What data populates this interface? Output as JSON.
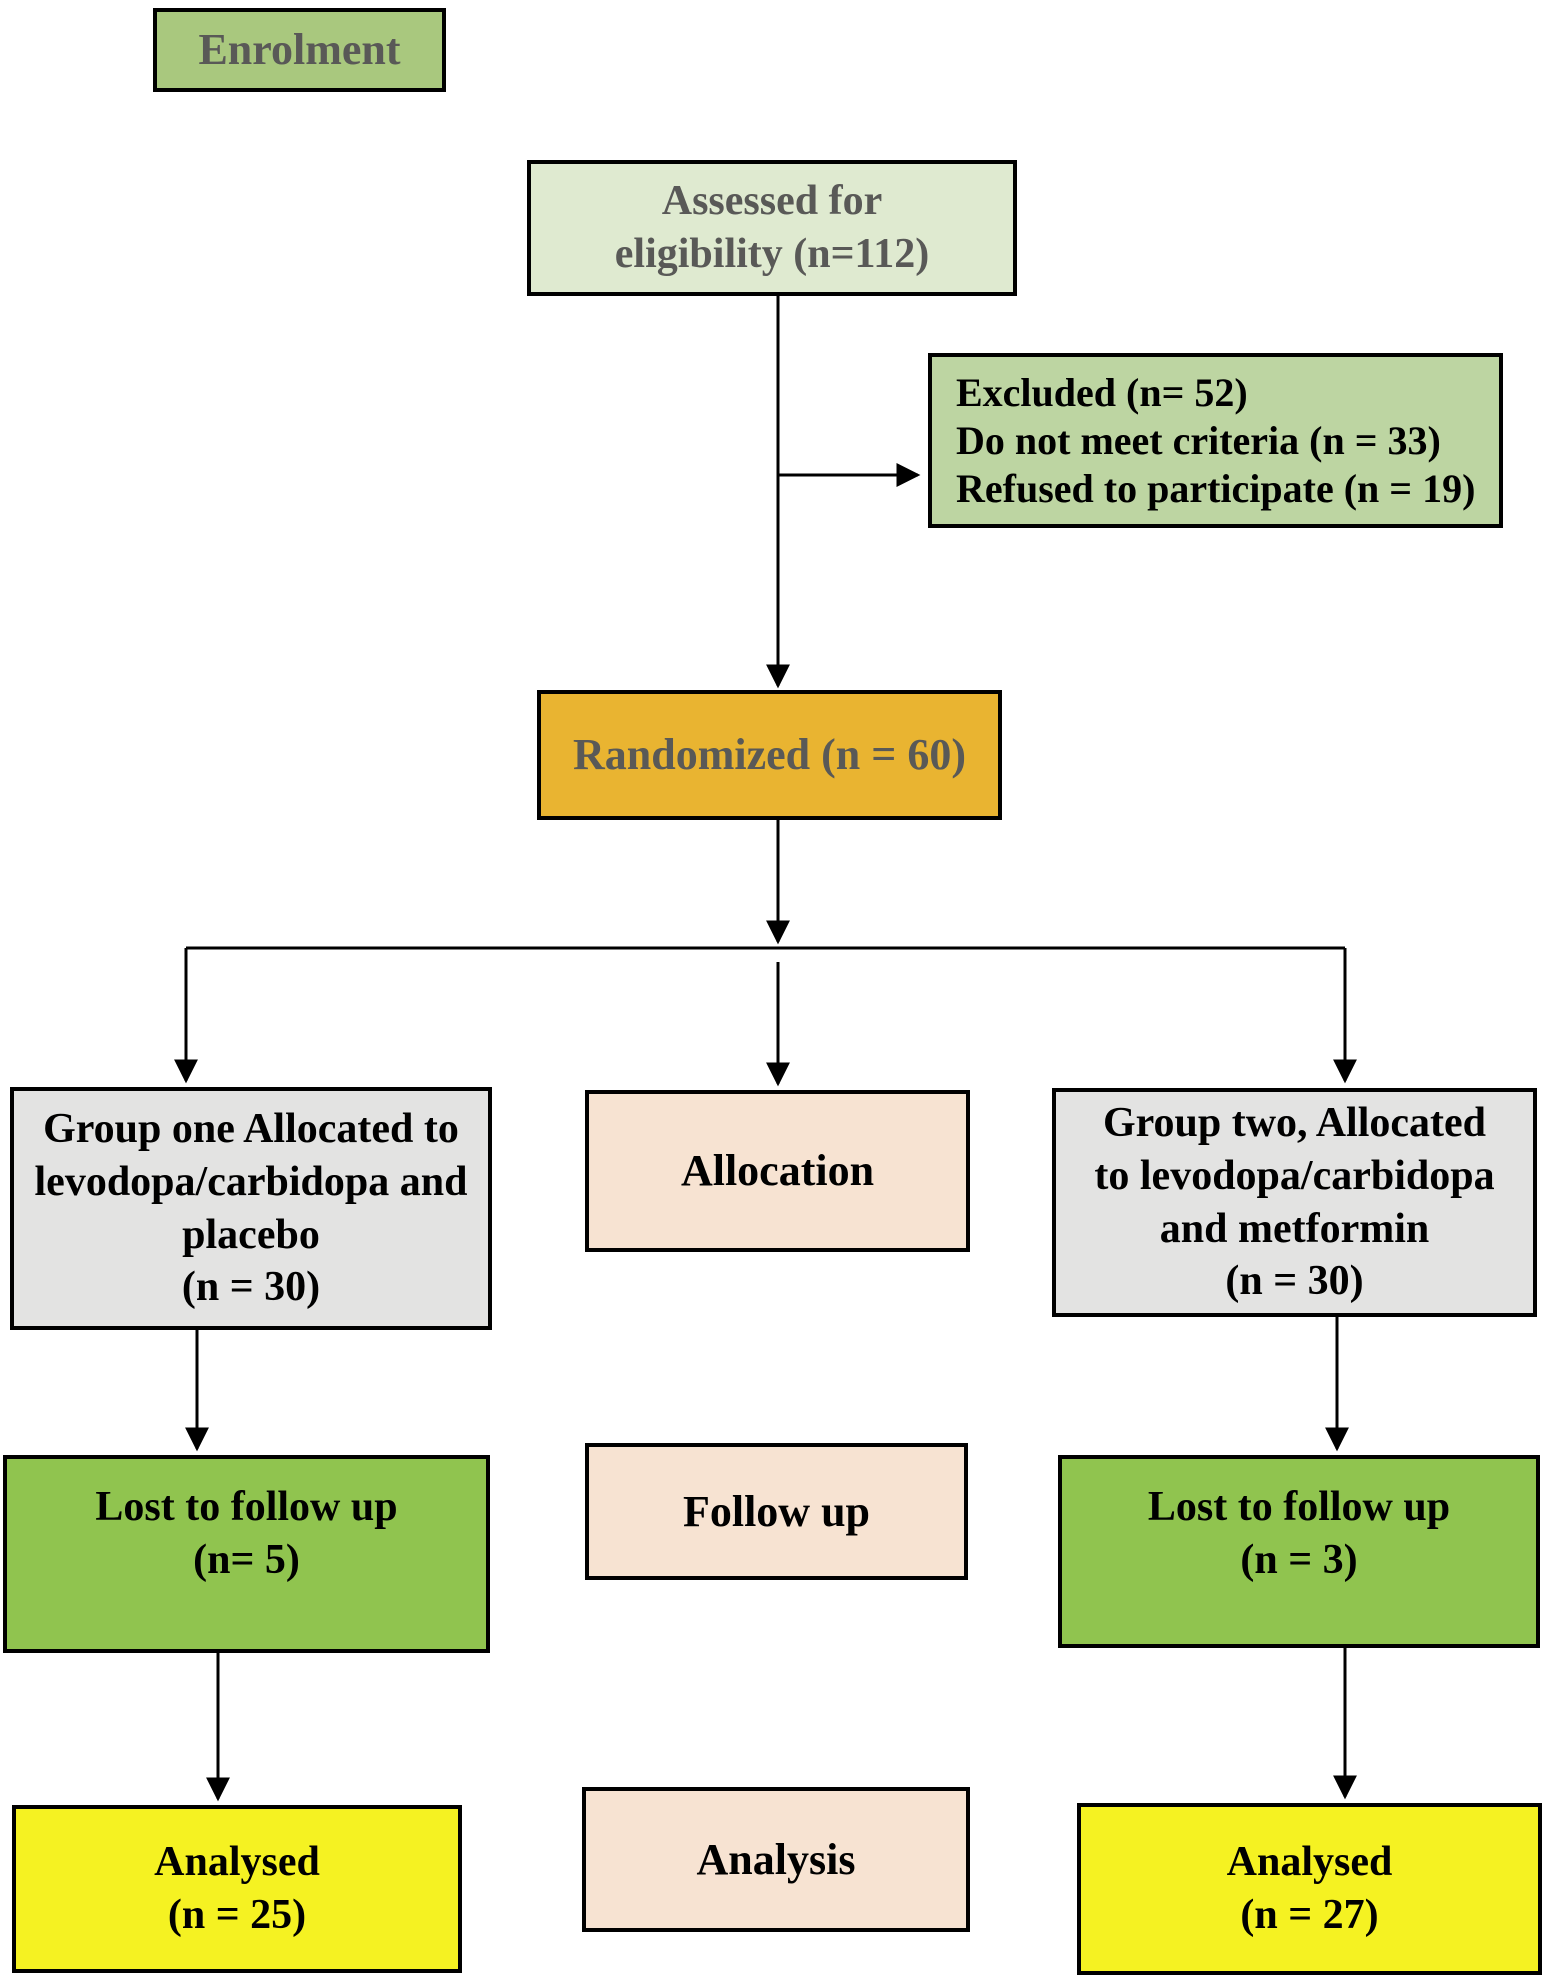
{
  "diagram": {
    "type": "consort-flowchart",
    "stages": {
      "enrolment": "Enrolment",
      "allocation": "Allocation",
      "followup": "Follow up",
      "analysis": "Analysis"
    },
    "boxes": {
      "assessed": [
        "Assessed for",
        "eligibility (n=112)"
      ],
      "excluded": [
        "Excluded (n= 52)",
        "Do not meet criteria (n = 33)",
        "Refused to participate (n = 19)"
      ],
      "randomized": "Randomized (n = 60)",
      "group_one": [
        "Group one Allocated to",
        "levodopa/carbidopa and",
        "placebo",
        "(n = 30)"
      ],
      "group_two": [
        "Group two, Allocated",
        "to levodopa/carbidopa",
        "and metformin",
        "(n = 30)"
      ],
      "lost_one": [
        "Lost to follow up",
        "(n= 5)"
      ],
      "lost_two": [
        "Lost to follow up",
        "(n = 3)"
      ],
      "analysed_one": [
        "Analysed",
        "(n = 25)"
      ],
      "analysed_two": [
        "Analysed",
        "(n = 27)"
      ]
    },
    "counts": {
      "assessed": 112,
      "excluded": 52,
      "not_meeting_criteria": 33,
      "refused": 19,
      "randomized": 60,
      "group_one_allocated": 30,
      "group_two_allocated": 30,
      "group_one_lost": 5,
      "group_two_lost": 3,
      "group_one_analysed": 25,
      "group_two_analysed": 27
    },
    "colors": {
      "stage_green": "#a9c87e",
      "pale_green": "#dfead0",
      "excluded_green": "#bdd5a2",
      "amber": "#e9b431",
      "gray_box": "#e3e3e2",
      "peach": "#f7e3d2",
      "lost_green": "#90c44f",
      "yellow": "#f5f222",
      "line_black": "#000000",
      "muted_text": "#595957"
    }
  }
}
